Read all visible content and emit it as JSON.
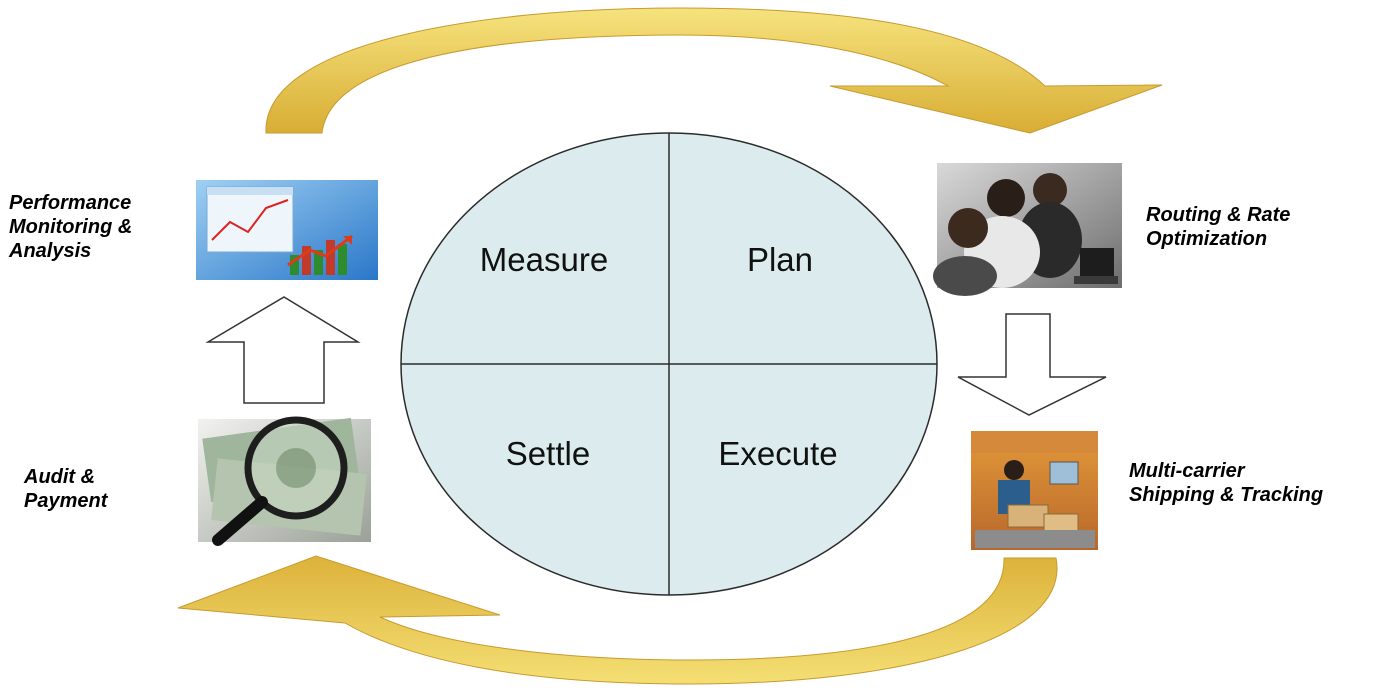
{
  "cycle": {
    "quadrants": {
      "top_left": "Measure",
      "top_right": "Plan",
      "bottom_left": "Settle",
      "bottom_right": "Execute"
    }
  },
  "stages": {
    "top_left": "Performance\nMonitoring &\nAnalysis",
    "top_right": "Routing & Rate\nOptimization",
    "bottom_left": "Audit &\nPayment",
    "bottom_right": "Multi-carrier\nShipping & Tracking"
  },
  "images": {
    "top_left": "performance-chart-image",
    "top_right": "team-at-computer-image",
    "bottom_left": "magnifier-over-dollars-image",
    "bottom_right": "warehouse-shipping-image"
  },
  "colors": {
    "circle_fill": "#dcecee",
    "circle_stroke": "#2b2b2b",
    "gold_light": "#f3dc6a",
    "gold_dark": "#d9ae35",
    "arrow_outline": "#333333"
  }
}
